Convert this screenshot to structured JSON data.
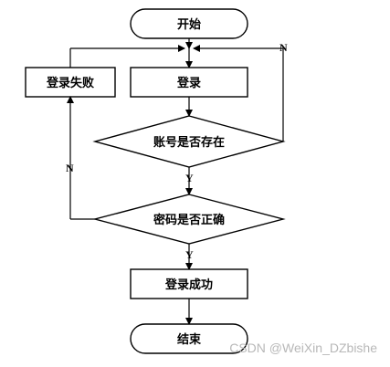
{
  "diagram": {
    "nodes": {
      "start": "开始",
      "login": "登录",
      "login_failed": "登录失败",
      "account_exists": "账号是否存在",
      "password_correct": "密码是否正确",
      "login_success": "登录成功",
      "end": "结束"
    },
    "edge_labels": {
      "account_no": "N",
      "account_yes": "Y",
      "password_no": "N",
      "password_yes": "Y"
    }
  },
  "watermark": "CSDN @WeiXin_DZbishe",
  "colors": {
    "stroke": "#000000",
    "background": "#ffffff",
    "watermark": "#b8b8b8"
  }
}
